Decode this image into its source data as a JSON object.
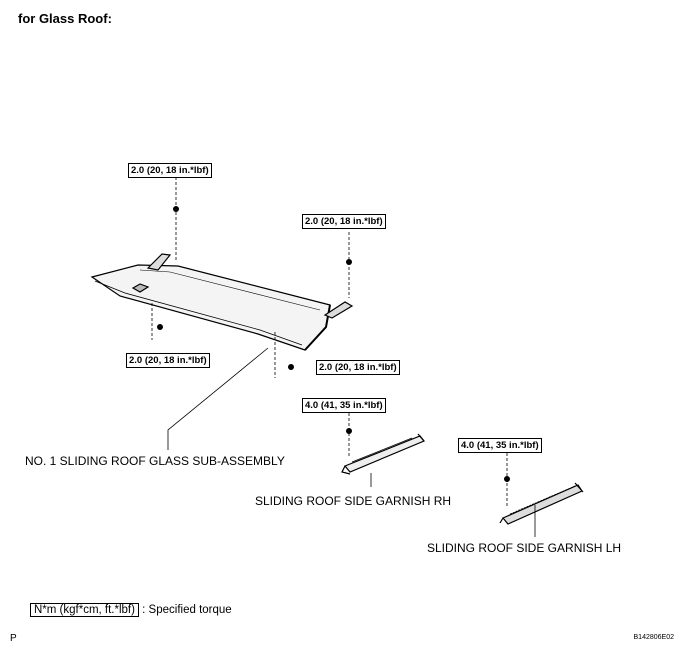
{
  "heading": "for Glass Roof:",
  "torque_labels": [
    "2.0 (20, 18 in.*lbf)",
    "2.0 (20, 18 in.*lbf)",
    "2.0 (20, 18 in.*lbf)",
    "2.0 (20, 18 in.*lbf)",
    "4.0 (41, 35 in.*lbf)",
    "4.0 (41, 35 in.*lbf)"
  ],
  "parts": {
    "glass": "NO. 1 SLIDING ROOF GLASS SUB-ASSEMBLY",
    "garnish_rh": "SLIDING ROOF SIDE GARNISH RH",
    "garnish_lh": "SLIDING ROOF SIDE GARNISH LH"
  },
  "legend": {
    "unit": "N*m (kgf*cm, ft.*lbf)",
    "text": ": Specified torque"
  },
  "figure_code": "B142806E02",
  "page_mark": "P"
}
